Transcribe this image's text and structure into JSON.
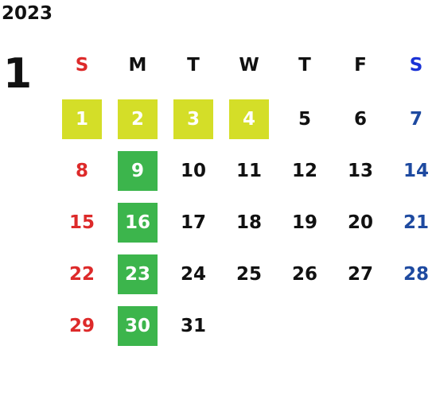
{
  "year": "2023",
  "month": "1",
  "colors": {
    "sunday": "#dd2a2a",
    "saturday": "#1e4aa0",
    "saturday_header": "#1a32d6",
    "weekday": "#111111",
    "holiday_bg": "#d4de28",
    "mondays_bg": "#3cb54c"
  },
  "weekdays": [
    {
      "label": "S",
      "color": "#dd2a2a"
    },
    {
      "label": "M",
      "color": "#111111"
    },
    {
      "label": "T",
      "color": "#111111"
    },
    {
      "label": "W",
      "color": "#111111"
    },
    {
      "label": "T",
      "color": "#111111"
    },
    {
      "label": "F",
      "color": "#111111"
    },
    {
      "label": "S",
      "color": "#1a32d6"
    }
  ],
  "weeks": [
    [
      {
        "day": "1",
        "bg": "#d4de28"
      },
      {
        "day": "2",
        "bg": "#d4de28"
      },
      {
        "day": "3",
        "bg": "#d4de28"
      },
      {
        "day": "4",
        "bg": "#d4de28"
      },
      {
        "day": "5"
      },
      {
        "day": "6"
      },
      {
        "day": "7"
      }
    ],
    [
      {
        "day": "8"
      },
      {
        "day": "9",
        "bg": "#3cb54c"
      },
      {
        "day": "10"
      },
      {
        "day": "11"
      },
      {
        "day": "12"
      },
      {
        "day": "13"
      },
      {
        "day": "14"
      }
    ],
    [
      {
        "day": "15"
      },
      {
        "day": "16",
        "bg": "#3cb54c"
      },
      {
        "day": "17"
      },
      {
        "day": "18"
      },
      {
        "day": "19"
      },
      {
        "day": "20"
      },
      {
        "day": "21"
      }
    ],
    [
      {
        "day": "22"
      },
      {
        "day": "23",
        "bg": "#3cb54c"
      },
      {
        "day": "24"
      },
      {
        "day": "25"
      },
      {
        "day": "26"
      },
      {
        "day": "27"
      },
      {
        "day": "28"
      }
    ],
    [
      {
        "day": "29"
      },
      {
        "day": "30",
        "bg": "#3cb54c"
      },
      {
        "day": "31"
      }
    ]
  ]
}
